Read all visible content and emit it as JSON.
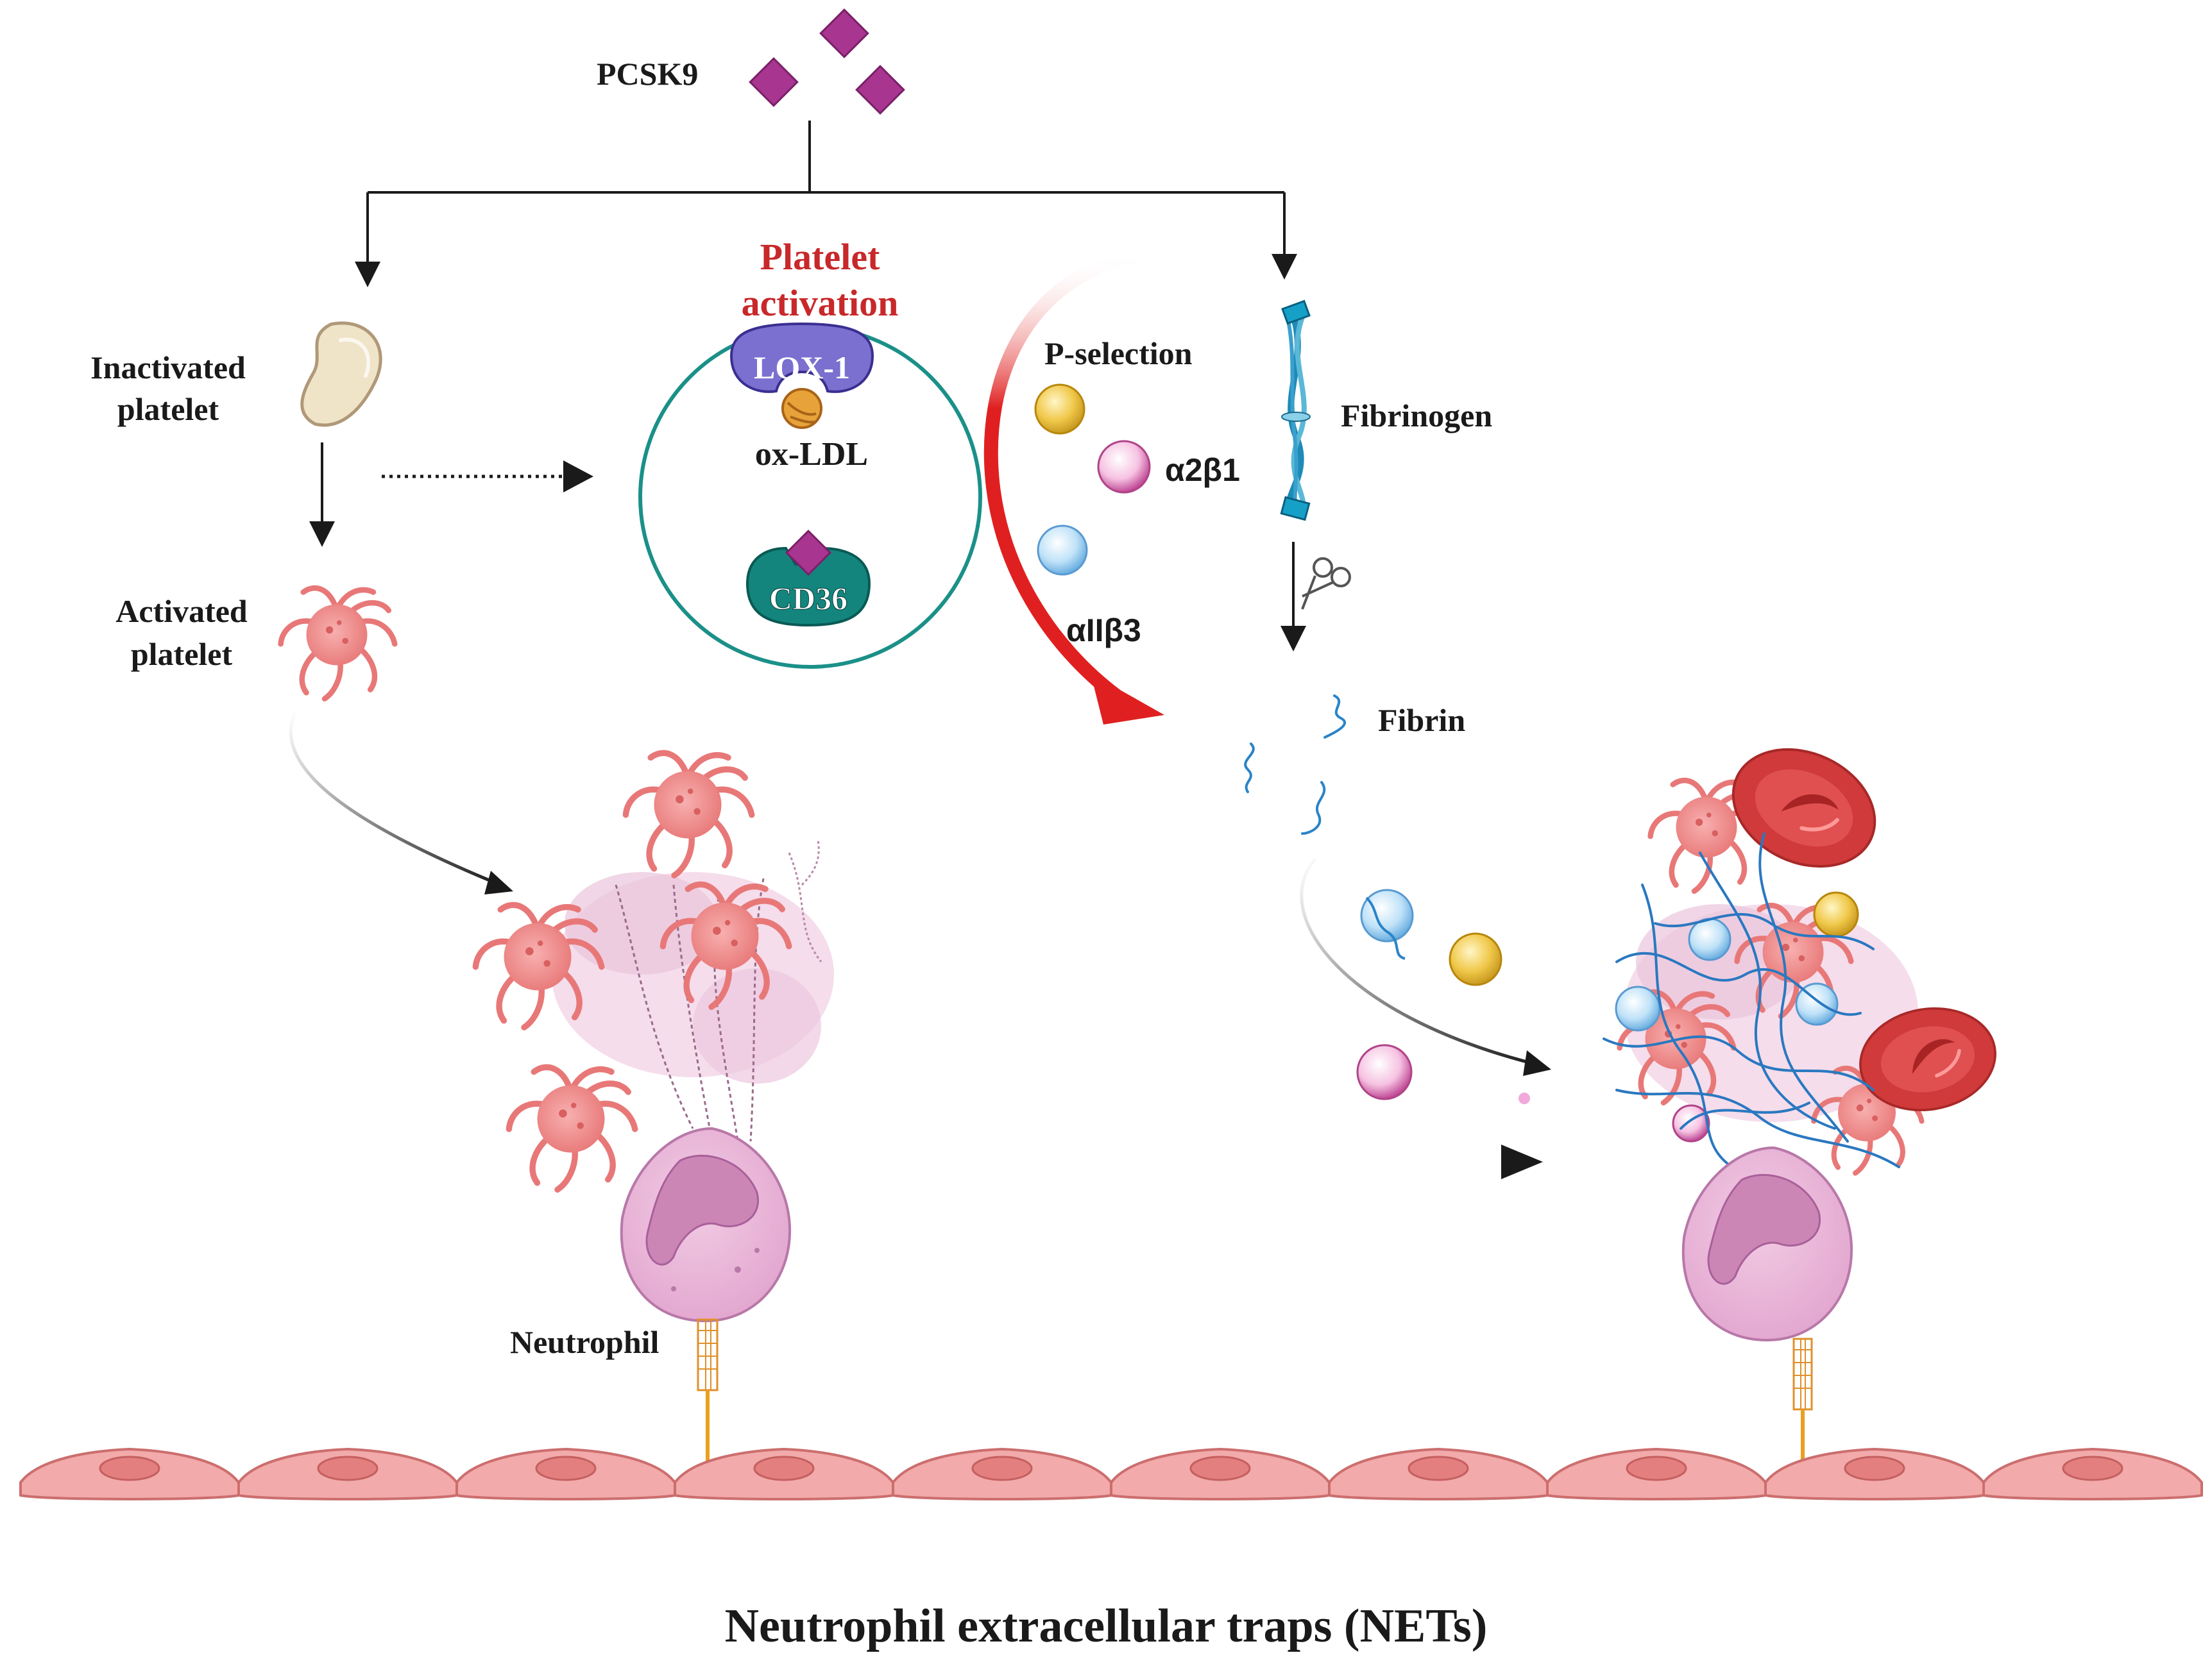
{
  "labels": {
    "pcsk9": "PCSK9",
    "inactivated_line1": "Inactivated",
    "inactivated_line2": "platelet",
    "activated_line1": "Activated",
    "activated_line2": "platelet",
    "platelet_activation_line1": "Platelet",
    "platelet_activation_line2": "activation",
    "lox1": "LOX-1",
    "oxldl": "ox-LDL",
    "cd36": "CD36",
    "pselection": "P-selection",
    "a2b1": "α2β1",
    "a2b3": "αIIβ3",
    "fibrinogen": "Fibrinogen",
    "fibrin": "Fibrin",
    "neutrophil": "Neutrophil",
    "title": "Neutrophil extracellular traps (NETs)"
  },
  "colors": {
    "pcsk9": "#a8358f",
    "red_arrow": "#e02020",
    "title_red": "#c8282a",
    "platelet": "#ef8a8a",
    "neutrophil": "#e8b4d6",
    "endothelium": "#f0a8a8",
    "lox1": "#7b6fd0",
    "cd36": "#13857d",
    "circle_border": "#1a9088",
    "fibrin": "#2a84c8",
    "rbc": "#d84040"
  }
}
